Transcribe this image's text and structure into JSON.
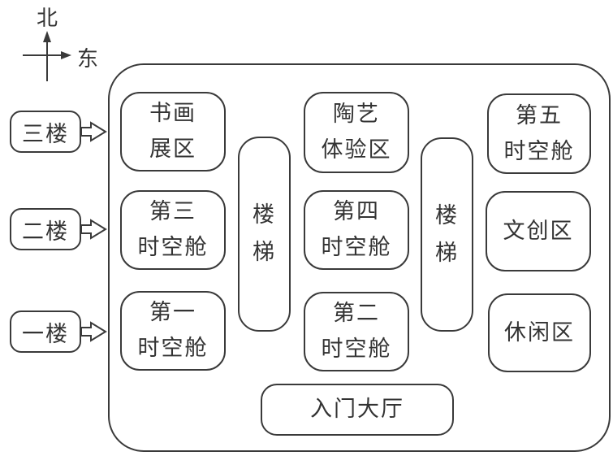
{
  "compass": {
    "north_label": "北",
    "east_label": "东"
  },
  "floors": [
    {
      "label": "三楼"
    },
    {
      "label": "二楼"
    },
    {
      "label": "一楼"
    }
  ],
  "rooms": {
    "calligraphy": [
      "书画",
      "展区"
    ],
    "pottery": [
      "陶艺",
      "体验区"
    ],
    "capsule5": [
      "第五",
      "时空舱"
    ],
    "capsule3": [
      "第三",
      "时空舱"
    ],
    "capsule4": [
      "第四",
      "时空舱"
    ],
    "cultural": [
      "文创区"
    ],
    "capsule1": [
      "第一",
      "时空舱"
    ],
    "capsule2": [
      "第二",
      "时空舱"
    ],
    "leisure": [
      "休闲区"
    ],
    "lobby": [
      "入门大厅"
    ],
    "stairs_left": [
      "楼",
      "梯"
    ],
    "stairs_right": [
      "楼",
      "梯"
    ]
  }
}
